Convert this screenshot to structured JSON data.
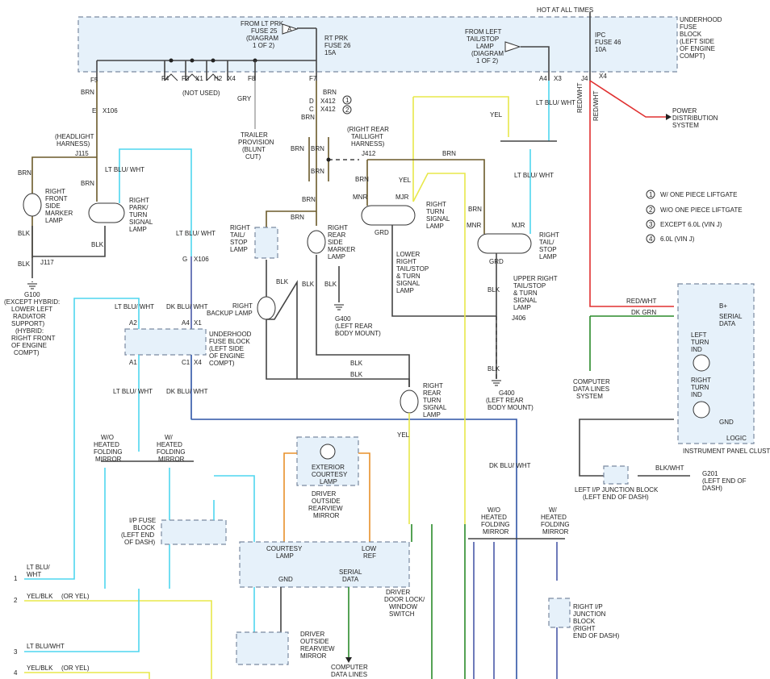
{
  "header": {
    "hot_at_all_times": "HOT AT ALL TIMES",
    "underhood_fuse_block": [
      "UNDERHOOD",
      "FUSE",
      "BLOCK",
      "(LEFT SIDE",
      "OF ENGINE",
      "COMPT)"
    ],
    "from_lt_prk": [
      "FROM LT PRK",
      "FUSE 25",
      "(DIAGRAM",
      "1 OF 2)"
    ],
    "rt_prk_fuse": [
      "RT PRK",
      "FUSE 26",
      "15A"
    ],
    "from_left_tail": [
      "FROM LEFT",
      "TAIL/STOP",
      "LAMP",
      "(DIAGRAM",
      "1 OF 2)"
    ],
    "ipc_fuse": [
      "IPC",
      "FUSE 46",
      "10A"
    ]
  },
  "connectors": {
    "f5": "F5",
    "f4": "F4",
    "f3": "F3",
    "x1": "X1",
    "h2": "H2",
    "x4": "X4",
    "f8": "F8",
    "f7": "F7",
    "a4": "A4",
    "x3": "X3",
    "j4": "J4",
    "x106": "X106",
    "x412": "X412",
    "e": "E",
    "d": "D",
    "c": "C",
    "j115": "J115",
    "j117": "J117",
    "j412": "J412",
    "j406": "J406",
    "g": "G",
    "a2": "A2",
    "a1": "A1",
    "c1": "C1",
    "x405": "X4"
  },
  "labels": {
    "not_used": "(NOT USED)",
    "brn": "BRN",
    "gry": "GRY",
    "blk": "BLK",
    "yel": "YEL",
    "red_wht": "RED/WHT",
    "lt_blu_wht": "LT BLU/ WHT",
    "dk_blu_wht": "DK BLU/ WHT",
    "dk_grn": "DK GRN",
    "mnr": "MNR",
    "mjr": "MJR",
    "grd": "GRD",
    "trailer": [
      "TRAILER",
      "PROVISION",
      "(BLUNT",
      "CUT)"
    ],
    "headlight": [
      "(HEADLIGHT",
      "HARNESS)"
    ],
    "right_rear_taillight": [
      "(RIGHT REAR",
      "TAILLIGHT",
      "HARNESS)"
    ],
    "power_dist": [
      "POWER",
      "DISTRIBUTION",
      "SYSTEM"
    ],
    "right_front_side": [
      "RIGHT",
      "FRONT",
      "SIDE",
      "MARKER",
      "LAMP"
    ],
    "right_park": [
      "RIGHT",
      "PARK/",
      "TURN",
      "SIGNAL",
      "LAMP"
    ],
    "right_tail_stop": [
      "RIGHT",
      "TAIL/",
      "STOP",
      "LAMP"
    ],
    "right_rear_side": [
      "RIGHT",
      "REAR",
      "SIDE",
      "MARKER",
      "LAMP"
    ],
    "right_turn_1": [
      "RIGHT",
      "TURN",
      "SIGNAL",
      "LAMP"
    ],
    "lower_right": [
      "LOWER",
      "RIGHT",
      "TAIL/STOP",
      "& TURN",
      "SIGNAL",
      "LAMP"
    ],
    "right_tail_stop2": [
      "RIGHT",
      "TAIL/",
      "STOP",
      "LAMP"
    ],
    "upper_right": [
      "UPPER RIGHT",
      "TAIL/STOP",
      "& TURN",
      "SIGNAL",
      "LAMP"
    ],
    "right_backup": [
      "RIGHT",
      "BACKUP LAMP"
    ],
    "g400a": [
      "G400",
      "(LEFT REAR",
      "BODY MOUNT)"
    ],
    "g400b": [
      "G400",
      "(LEFT REAR",
      "BODY MOUNT)"
    ],
    "g100": [
      "G100",
      "(EXCEPT HYBRID:",
      "LOWER LEFT",
      "RADIATOR",
      "SUPPORT)",
      "(HYBRID:",
      "RIGHT FRONT",
      "OF ENGINE",
      "COMPT)"
    ],
    "underhood2": [
      "UNDERHOOD",
      "FUSE BLOCK",
      "(LEFT SIDE",
      "OF ENGINE",
      "COMPT)"
    ],
    "right_rear_turn": [
      "RIGHT",
      "REAR",
      "TURN",
      "SIGNAL",
      "LAMP"
    ],
    "legend": [
      "W/ ONE PIECE LIFTGATE",
      "W/O ONE PIECE LIFTGATE",
      "EXCEPT 6.0L (VIN J)",
      "6.0L (VIN J)"
    ],
    "computer_data1": [
      "COMPUTER",
      "DATA LINES",
      "SYSTEM"
    ],
    "ipc": [
      "B+",
      "SERIAL",
      "DATA",
      "LEFT",
      "TURN",
      "IND",
      "RIGHT",
      "TURN",
      "IND",
      "GND",
      "LOGIC"
    ],
    "ipc_title": "INSTRUMENT PANEL CLUSTER",
    "left_ip_junction": [
      "LEFT I/P JUNCTION BLOCK",
      "(LEFT END OF DASH)"
    ],
    "g201": [
      "G201",
      "(LEFT END OF",
      "DASH)"
    ],
    "wo_heated": [
      "W/O",
      "HEATED",
      "FOLDING",
      "MIRROR"
    ],
    "w_heated": [
      "W/",
      "HEATED",
      "FOLDING",
      "MIRROR"
    ],
    "exterior_courtesy": [
      "EXTERIOR",
      "COURTESY",
      "LAMP"
    ],
    "driver_mirror": [
      "DRIVER",
      "OUTSIDE",
      "REARVIEW",
      "MIRROR"
    ],
    "ip_fuse": [
      "I/P FUSE",
      "BLOCK",
      "(LEFT END",
      "OF DASH)"
    ],
    "switch": [
      "COURTESY",
      "LAMP",
      "LOW",
      "REF",
      "SERIAL",
      "DATA",
      "GND"
    ],
    "driver_switch": [
      "DRIVER",
      "DOOR LOCK/",
      "WINDOW",
      "SWITCH"
    ],
    "computer_data2": [
      "COMPUTER",
      "DATA LINES"
    ],
    "right_ip": [
      "RIGHT I/P",
      "JUNCTION",
      "BLOCK",
      "(RIGHT",
      "END OF DASH)"
    ],
    "left_pins": [
      "1",
      "2",
      "3",
      "4"
    ],
    "left_wires": [
      "LT BLU/",
      "WHT",
      "YEL/BLK",
      "(OR YEL)",
      "LT BLU/WHT",
      "YEL/BLK",
      "(OR YEL)"
    ]
  }
}
